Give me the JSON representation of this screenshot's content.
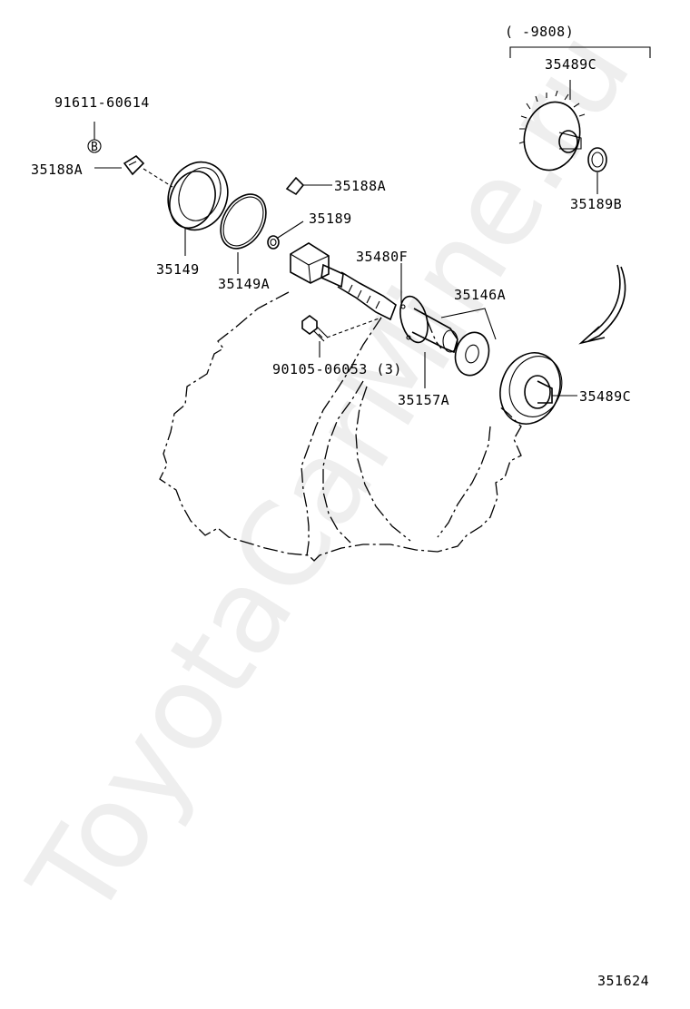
{
  "watermark": "ToyotaCarMine.ru",
  "date_range": "(      -9808)",
  "diagram_number": "351624",
  "parts": {
    "p91611_60614": "91611-60614",
    "p35188A_left": "35188A",
    "p35149": "35149",
    "p35149A": "35149A",
    "p35188A_right": "35188A",
    "p35189": "35189",
    "p35480F": "35480F",
    "p90105_06053": "90105-06053 (3)",
    "p35146A": "35146A",
    "p35157A": "35157A",
    "p35489C_top": "35489C",
    "p35189B": "35189B",
    "p35489C_right": "35489C"
  },
  "symbols": {
    "b_marker": "B"
  }
}
